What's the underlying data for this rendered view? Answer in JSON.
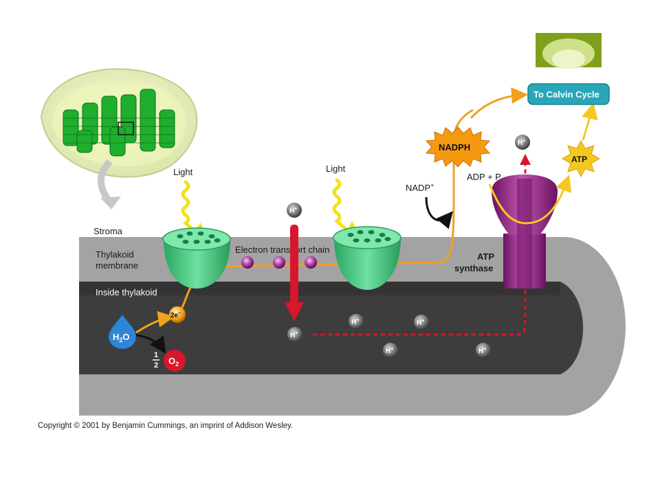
{
  "labels": {
    "stroma": "Stroma",
    "thylakoid_membrane_line1": "Thylakoid",
    "thylakoid_membrane_line2": "membrane",
    "inside_thylakoid": "Inside thylakoid",
    "light_left": "Light",
    "light_right": "Light",
    "electron_transport_chain": "Electron transport chain",
    "atp_synthase_line1": "ATP",
    "atp_synthase_line2": "synthase",
    "to_calvin_cycle": "To Calvin Cycle",
    "nadph": "NADPH",
    "nadp_plus": "NADP",
    "nadp_plus_sup": "+",
    "adp_p": "ADP + P",
    "atp": "ATP",
    "h2o_h": "H",
    "h2o_sub": "2",
    "h2o_o": "O",
    "o2_o": "O",
    "o2_sub": "2",
    "half_num": "1",
    "half_den": "2",
    "two_e": "2e",
    "two_e_sup": "−",
    "h_plus": "H",
    "h_plus_sup": "+"
  },
  "copyright": "Copyright © 2001 by Benjamin Cummings, an imprint of Addison Wesley.",
  "colors": {
    "membrane_gray": "#9a9a9a",
    "inner_dark": "#3a3a3a",
    "photosystem_green": "#3fbf7a",
    "flow_orange": "#f2a020",
    "proton_red": "#d8162c",
    "atp_synthase_purple": "#8a1f7a",
    "calvin_teal": "#2aa6b8",
    "nadph_orange": "#f59a10",
    "atp_yellow": "#f5c820"
  }
}
